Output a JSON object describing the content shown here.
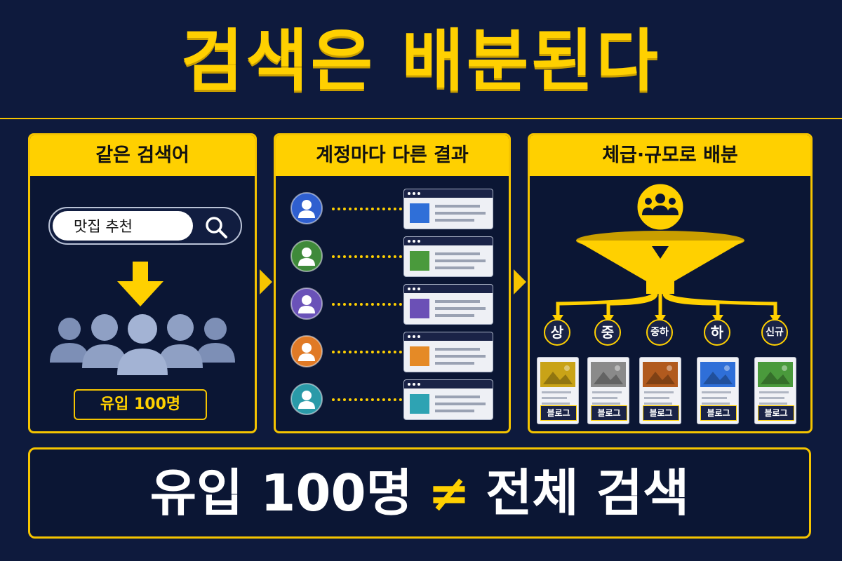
{
  "title": "검색은 배분된다",
  "panels": {
    "same_query": {
      "header": "같은 검색어",
      "search_value": "맛집 추천",
      "inflow": "유입 100명"
    },
    "per_account": {
      "header": "계정마다 다른 결과",
      "accounts": [
        {
          "color": "#2f5fcf",
          "thumb_color": "#2f6fd8"
        },
        {
          "color": "#3f8a3a",
          "thumb_color": "#4a9a3c"
        },
        {
          "color": "#6a52b8",
          "thumb_color": "#6b50b6"
        },
        {
          "color": "#e07a26",
          "thumb_color": "#e58a26"
        },
        {
          "color": "#2a9aa8",
          "thumb_color": "#2ea3b3"
        }
      ]
    },
    "distribution": {
      "header": "체급·규모로 배분",
      "tiers": [
        {
          "label": "상",
          "thumb_color": "#c9a317",
          "blog": "블로그"
        },
        {
          "label": "중",
          "thumb_color": "#8a8a8a",
          "blog": "블로그"
        },
        {
          "label": "중하",
          "thumb_color": "#b15a1e",
          "blog": "블로그"
        },
        {
          "label": "하",
          "thumb_color": "#2f6fd8",
          "blog": "블로그"
        },
        {
          "label": "신규",
          "thumb_color": "#4a9a3c",
          "blog": "블로그"
        }
      ]
    }
  },
  "bottom": {
    "left": "유입 100명",
    "symbol": "≠",
    "right": "전체 검색"
  },
  "colors": {
    "accent": "#ffd000",
    "background": "#0e1a3d"
  }
}
